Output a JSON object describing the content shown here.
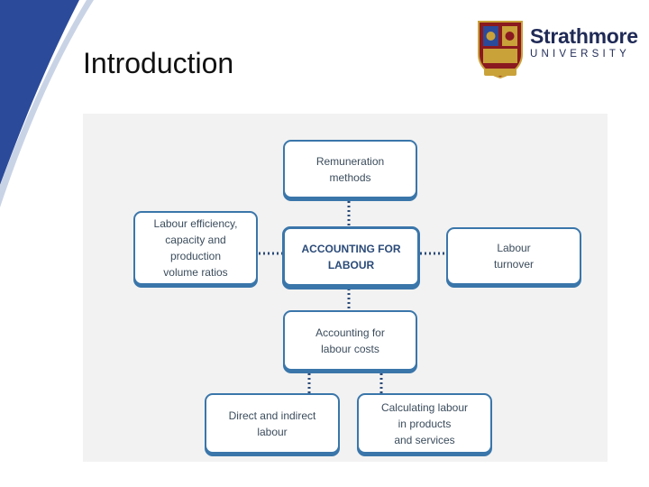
{
  "slide": {
    "title": "Introduction"
  },
  "logo": {
    "name": "Strathmore",
    "subtitle": "UNIVERSITY"
  },
  "diagram": {
    "nodes": {
      "remuneration": "Remuneration\nmethods",
      "efficiency": "Labour efficiency,\ncapacity and\nproduction\nvolume ratios",
      "center": "ACCOUNTING FOR\nLABOUR",
      "turnover": "Labour\nturnover",
      "costs": "Accounting for\nlabour costs",
      "direct": "Direct and indirect\nlabour",
      "calculating": "Calculating labour\nin products\nand services"
    }
  },
  "colors": {
    "box_border": "#3a76aa",
    "connector": "#2a4a78",
    "panel": "#f2f2f2",
    "accent_blue": "#2b4a9a"
  }
}
